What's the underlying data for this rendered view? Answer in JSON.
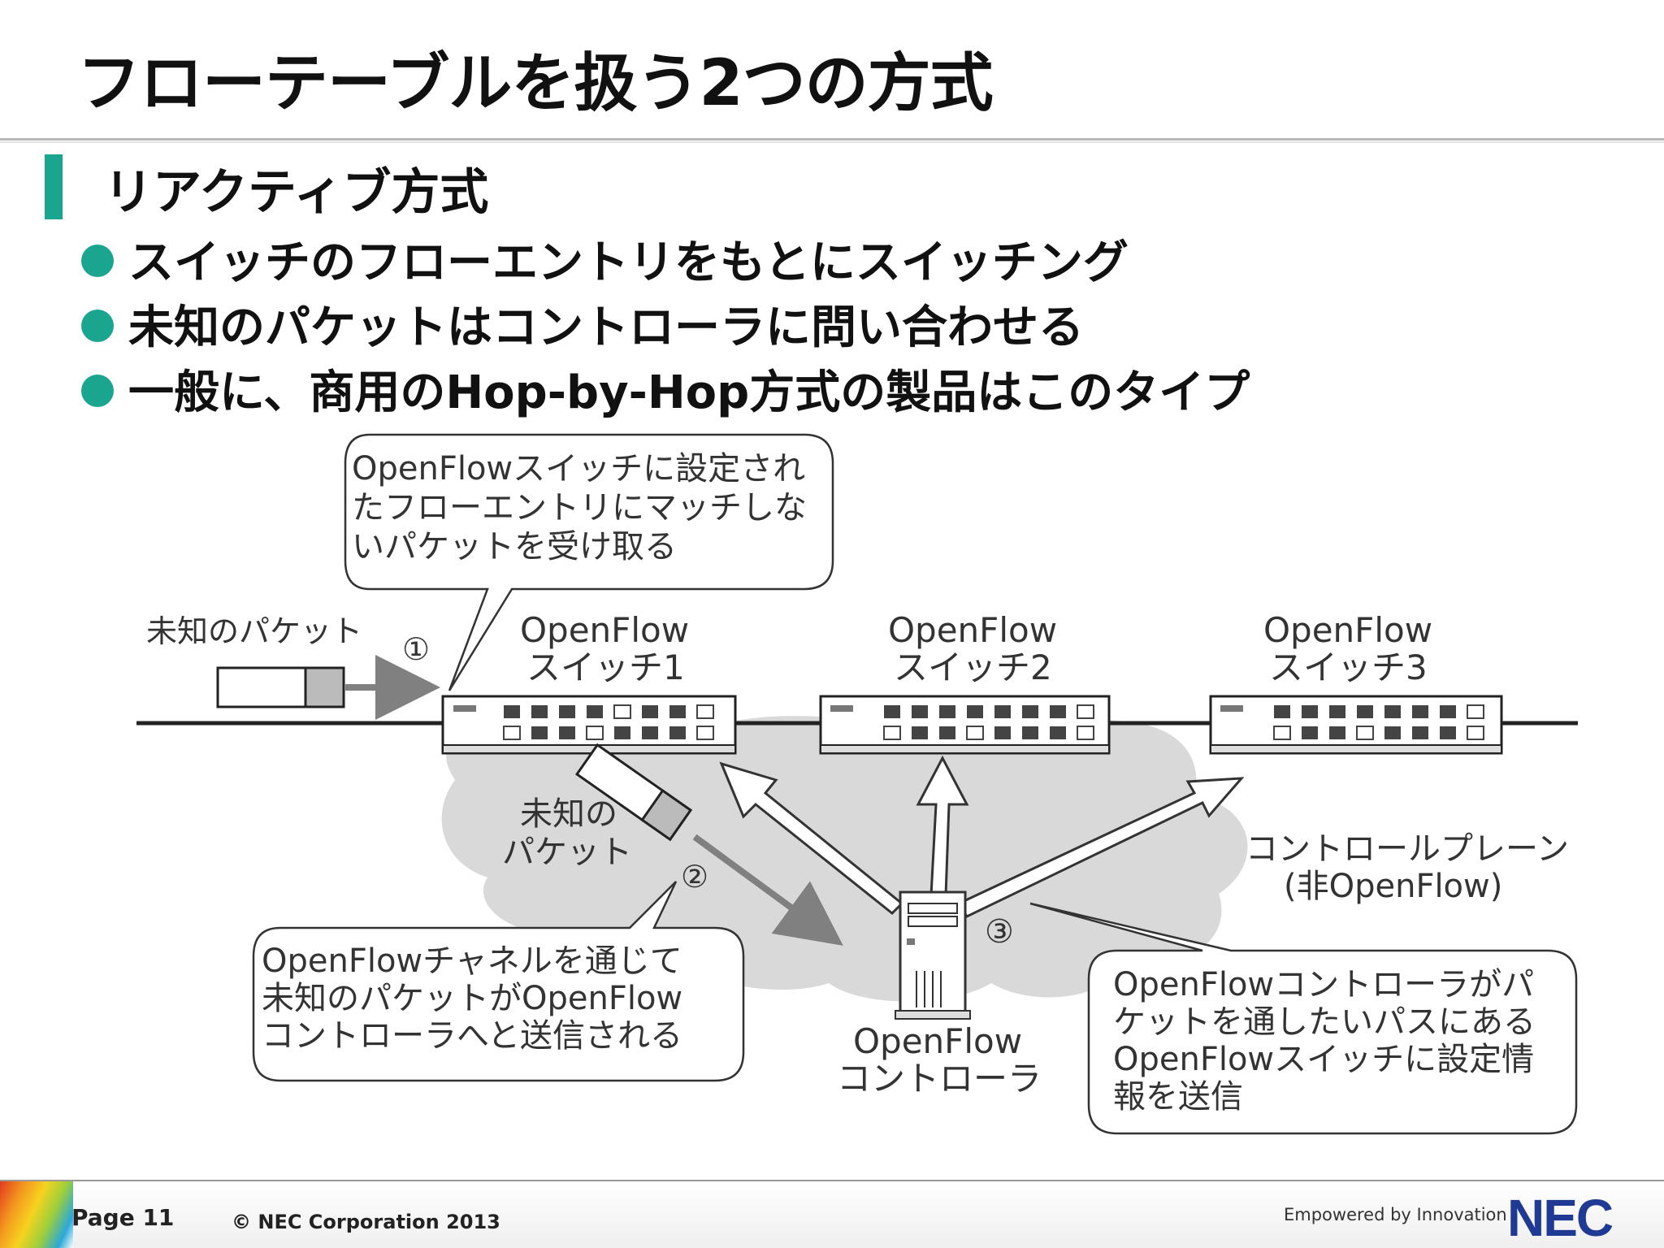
{
  "slide": {
    "title": "フローテーブルを扱う2つの方式",
    "section_title": "リアクティブ方式",
    "bullets": [
      "スイッチのフローエントリをもとにスイッチング",
      "未知のパケットはコントローラに問い合わせる",
      "一般に、商用のHop-by-Hop方式の製品はこのタイプ"
    ]
  },
  "diagram": {
    "unknown_packet_label": "未知のパケット",
    "step1": "①",
    "step2": "②",
    "step3": "③",
    "switch1": [
      "OpenFlow",
      "スイッチ1"
    ],
    "switch2": [
      "OpenFlow",
      "スイッチ2"
    ],
    "switch3": [
      "OpenFlow",
      "スイッチ3"
    ],
    "callout1": [
      "OpenFlowスイッチに設定され",
      "たフローエントリにマッチしな",
      "いパケットを受け取る"
    ],
    "unknown_packet_label2": [
      "未知の",
      "パケット"
    ],
    "callout2": [
      "OpenFlowチャネルを通じて",
      "未知のパケットがOpenFlow",
      "コントローラへと送信される"
    ],
    "control_plane": [
      "コントロールプレーン",
      "(非OpenFlow)"
    ],
    "controller": [
      "OpenFlow",
      "コントローラ"
    ],
    "callout3": [
      "OpenFlowコントローラがパ",
      "ケットを通したいパスにある",
      "OpenFlowスイッチに設定情",
      "報を送信"
    ]
  },
  "footer": {
    "page": "Page 11",
    "copyright": "© NEC Corporation 2013",
    "tagline": "Empowered by Innovation",
    "logo": "NEC"
  },
  "colors": {
    "accent": "#1aa58f",
    "logo": "#1f3a94"
  }
}
